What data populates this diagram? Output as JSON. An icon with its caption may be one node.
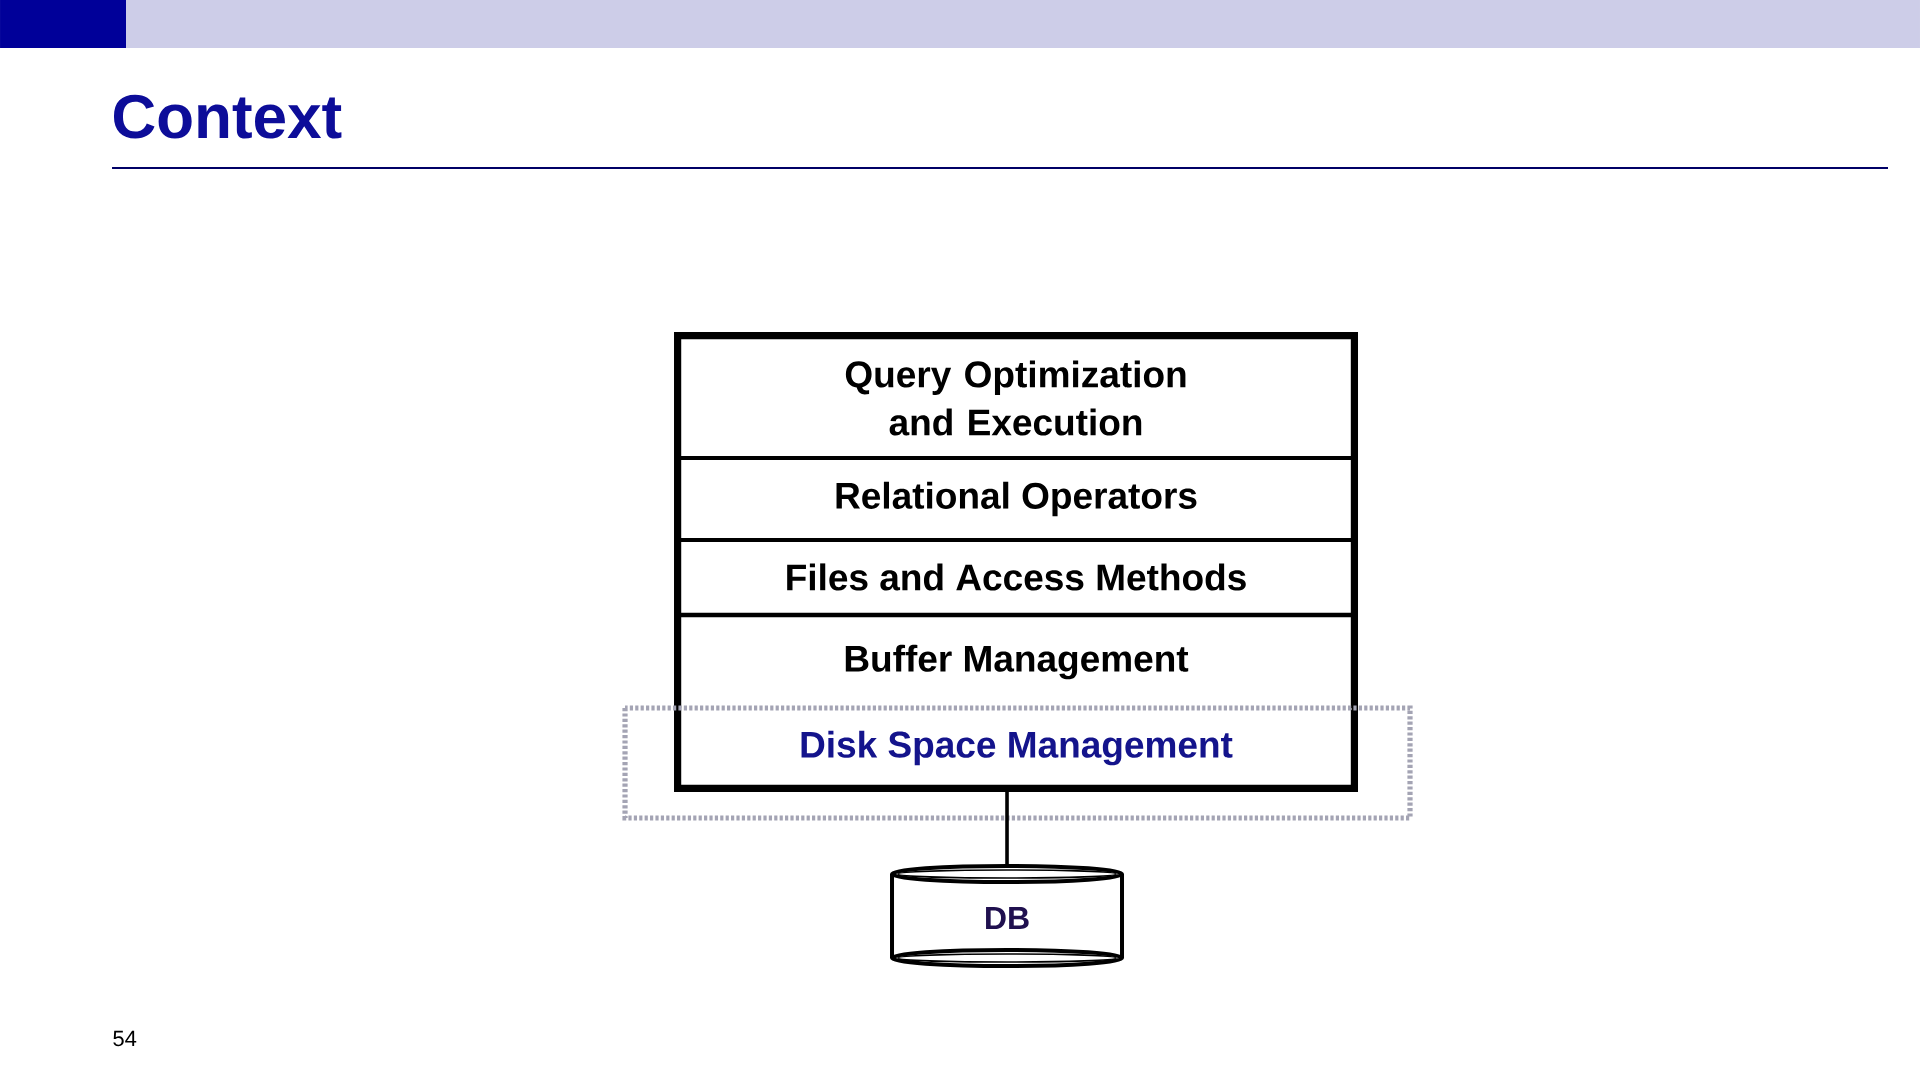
{
  "diagram": {
    "title": "Context",
    "nodes": [
      {
        "text": [
          "Query Optimization and Execution"
        ]
      },
      {
        "text": [
          "Relational Operators"
        ]
      },
      {
        "text": [
          "Files and Access Methods"
        ]
      },
      {
        "text": [
          "Buffer Management"
        ]
      },
      {
        "text": [
          "Disk Space Management"
        ]
      },
      {
        "text": [
          "DB"
        ]
      }
    ],
    "edges": [
      {
        "from": 4,
        "to": 5,
        "arrow": "none"
      }
    ],
    "labels": [
      "54"
    ]
  }
}
